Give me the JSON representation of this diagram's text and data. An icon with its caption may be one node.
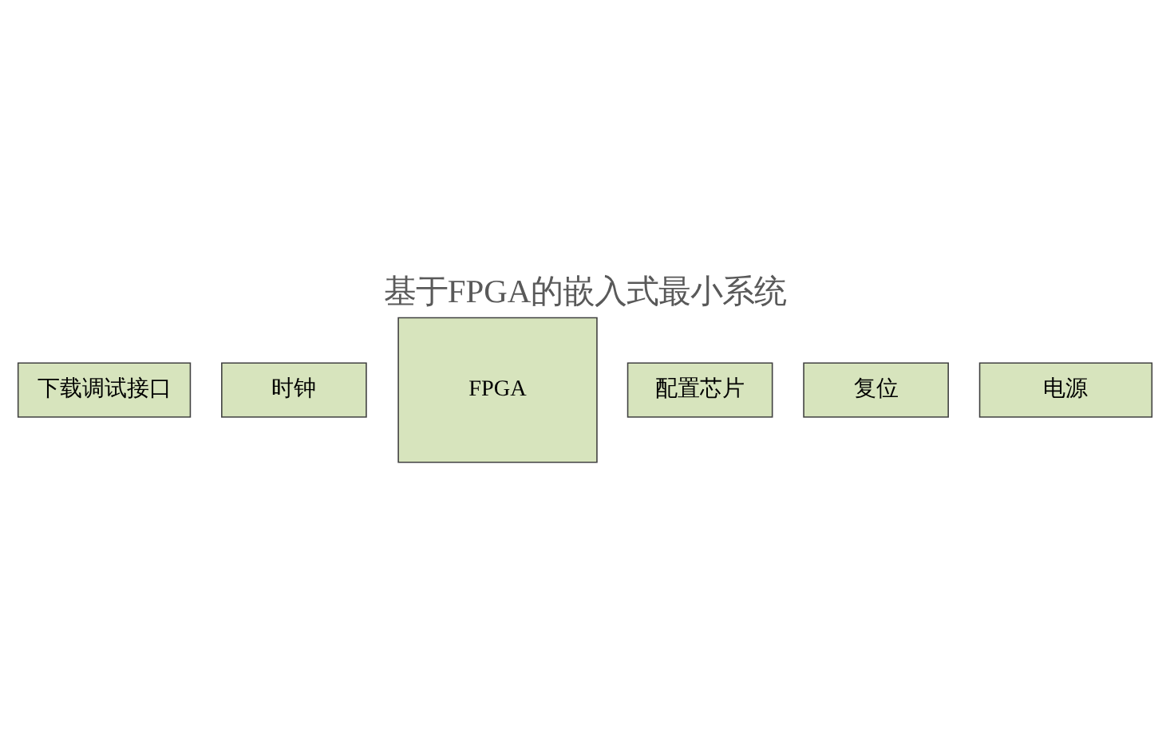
{
  "diagram": {
    "title": "基于FPGA的嵌入式最小系统",
    "nodes": [
      {
        "text": [
          "下载调试接口"
        ]
      },
      {
        "text": [
          "时钟"
        ]
      },
      {
        "text": [
          "FPGA"
        ]
      },
      {
        "text": [
          "配置芯片"
        ]
      },
      {
        "text": [
          "复位"
        ]
      },
      {
        "text": [
          "电源"
        ]
      }
    ]
  }
}
